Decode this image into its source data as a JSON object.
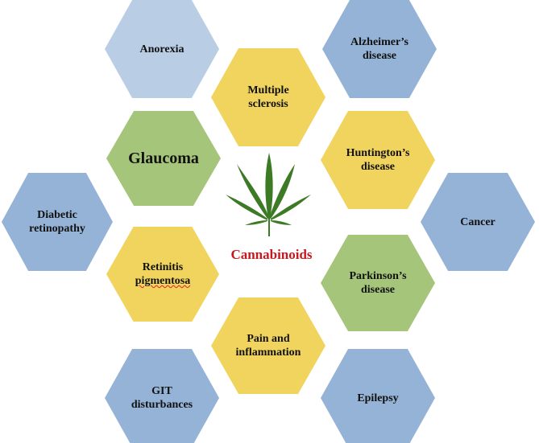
{
  "center_label": "Cannabinoids",
  "hexagons": [
    {
      "lines": [
        "Anorexia"
      ],
      "color": "#b9cde5"
    },
    {
      "lines": [
        "Alzheimer’s",
        "disease"
      ],
      "color": "#95b3d7"
    },
    {
      "lines": [
        "Multiple",
        "sclerosis"
      ],
      "color": "#f0d45e"
    },
    {
      "lines": [
        "Glaucoma"
      ],
      "color": "#a4c57a"
    },
    {
      "lines": [
        "Huntington’s",
        "disease"
      ],
      "color": "#f0d45e"
    },
    {
      "lines": [
        "Diabetic",
        "retinopathy"
      ],
      "color": "#95b3d7"
    },
    {
      "lines": [
        "Cancer"
      ],
      "color": "#95b3d7"
    },
    {
      "lines": [
        "Retinitis",
        "pigmentosa"
      ],
      "color": "#f0d45e"
    },
    {
      "lines": [
        "Parkinson’s",
        "disease"
      ],
      "color": "#a4c57a"
    },
    {
      "lines": [
        "Pain and",
        "inflammation"
      ],
      "color": "#f0d45e"
    },
    {
      "lines": [
        "GIT",
        "disturbances"
      ],
      "color": "#95b3d7"
    },
    {
      "lines": [
        "Epilepsy"
      ],
      "color": "#95b3d7"
    }
  ],
  "colors": {
    "center_label": "#c4191f",
    "leaf": "#3d7a25"
  }
}
